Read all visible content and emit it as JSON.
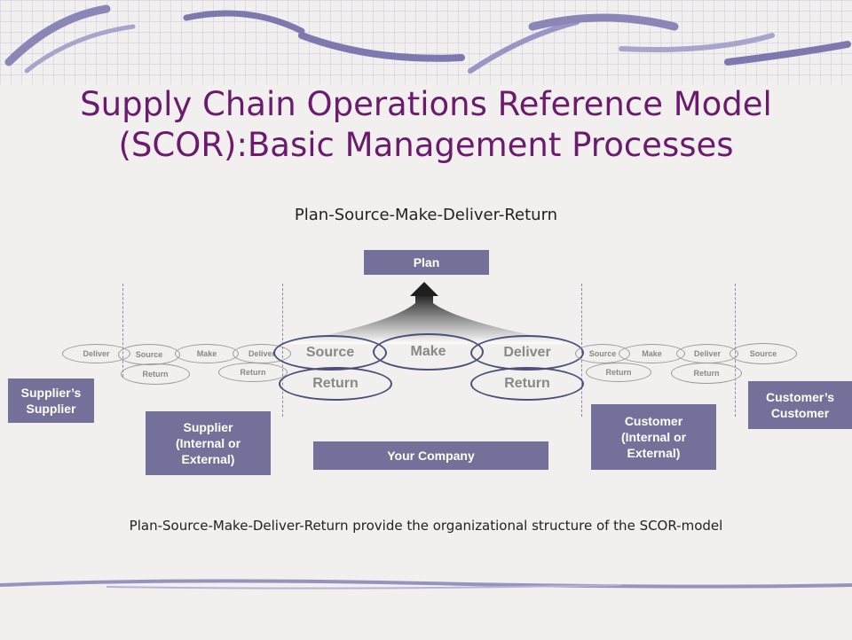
{
  "slide": {
    "title_line1": "Supply Chain Operations Reference Model",
    "title_line2": "(SCOR):Basic Management Processes",
    "subtitle": "Plan-Source-Make-Deliver-Return",
    "caption": "Plan-Source-Make-Deliver-Return provide the organizational structure of the SCOR-model"
  },
  "diagram": {
    "plan": "Plan",
    "boxes": {
      "suppliers_supplier": "Supplier’s\nSupplier",
      "supplier": "Supplier\n(Internal or\nExternal)",
      "your_company": "Your Company",
      "customer": "Customer\n(Internal or\nExternal)",
      "customers_customer": "Customer’s\nCustomer"
    },
    "left_chain": {
      "deliver1": "Deliver",
      "source": "Source",
      "make": "Make",
      "deliver2": "Deliver",
      "return1": "Return",
      "return2": "Return"
    },
    "center_chain": {
      "source": "Source",
      "make": "Make",
      "deliver": "Deliver",
      "return1": "Return",
      "return2": "Return"
    },
    "right_chain": {
      "source1": "Source",
      "make": "Make",
      "deliver": "Deliver",
      "source2": "Source",
      "return1": "Return",
      "return2": "Return"
    }
  },
  "colors": {
    "title": "#6b1a6e",
    "box_fill": "#75709a",
    "ellipse_stroke": "#4b4f7a"
  }
}
